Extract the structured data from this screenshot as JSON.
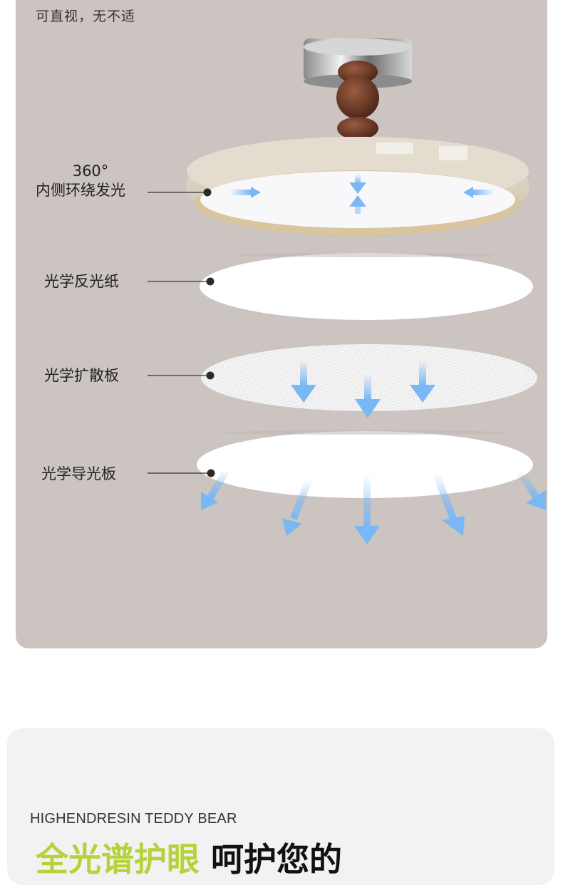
{
  "caption": "可直视，无不适",
  "layers": {
    "ring_label_line1": "360°",
    "ring_label_line2": "内侧环绕发光",
    "reflector_label": "光学反光纸",
    "diffuser_label": "光学扩散板",
    "guide_label": "光学导光板"
  },
  "footer": {
    "subtitle": "HIGHENDRESIN TEDDY BEAR",
    "headline_accent": "全光谱护眼",
    "headline_dark": "呵护您的"
  },
  "colors": {
    "panel_bg": "#cbc4c0",
    "arrow": "#7ab8f5",
    "accent": "#b5d23b",
    "wood": "#6b3a26"
  }
}
